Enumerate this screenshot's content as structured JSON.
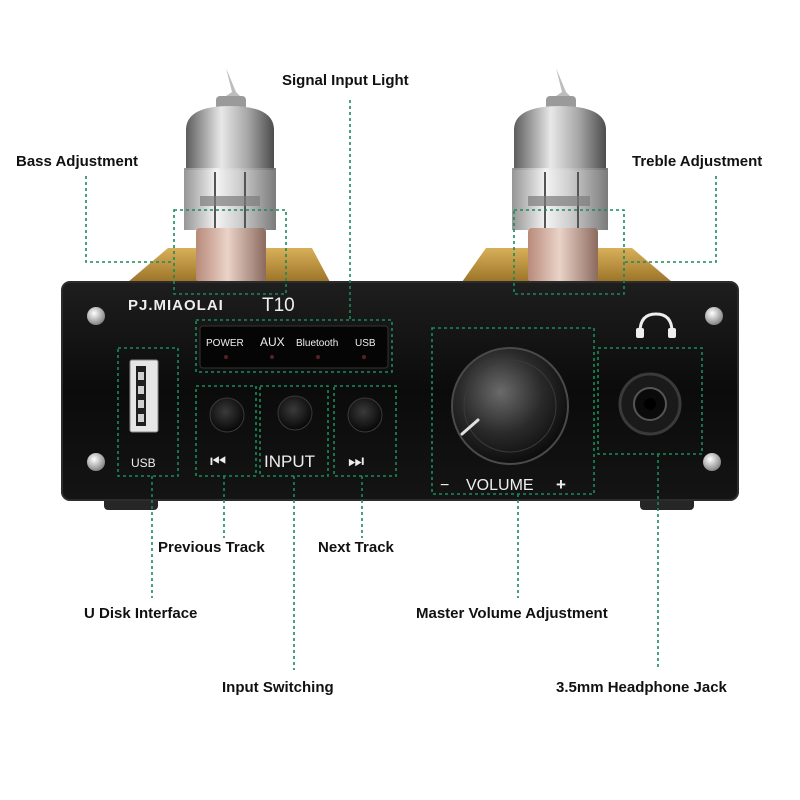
{
  "device": {
    "brand": "PJ.MIAOLAI",
    "model": "T10",
    "indicators": [
      "POWER",
      "AUX",
      "Bluetooth",
      "USB"
    ],
    "usb_label": "USB",
    "input_label": "INPUT",
    "volume_label": "VOLUME",
    "volume_minus": "−",
    "volume_plus": "+",
    "prev_glyph": "⏮",
    "next_glyph": "⏭"
  },
  "callouts": {
    "signal_input_light": "Signal Input Light",
    "bass_adjustment": "Bass Adjustment",
    "treble_adjustment": "Treble Adjustment",
    "previous_track": "Previous Track",
    "next_track": "Next Track",
    "u_disk_interface": "U Disk Interface",
    "master_volume": "Master Volume Adjustment",
    "input_switching": "Input Switching",
    "headphone_jack": "3.5mm Headphone Jack"
  },
  "colors": {
    "guide_line": "#1a8a5a",
    "panel": "#0d0d0d",
    "brass": "#b8923a"
  }
}
